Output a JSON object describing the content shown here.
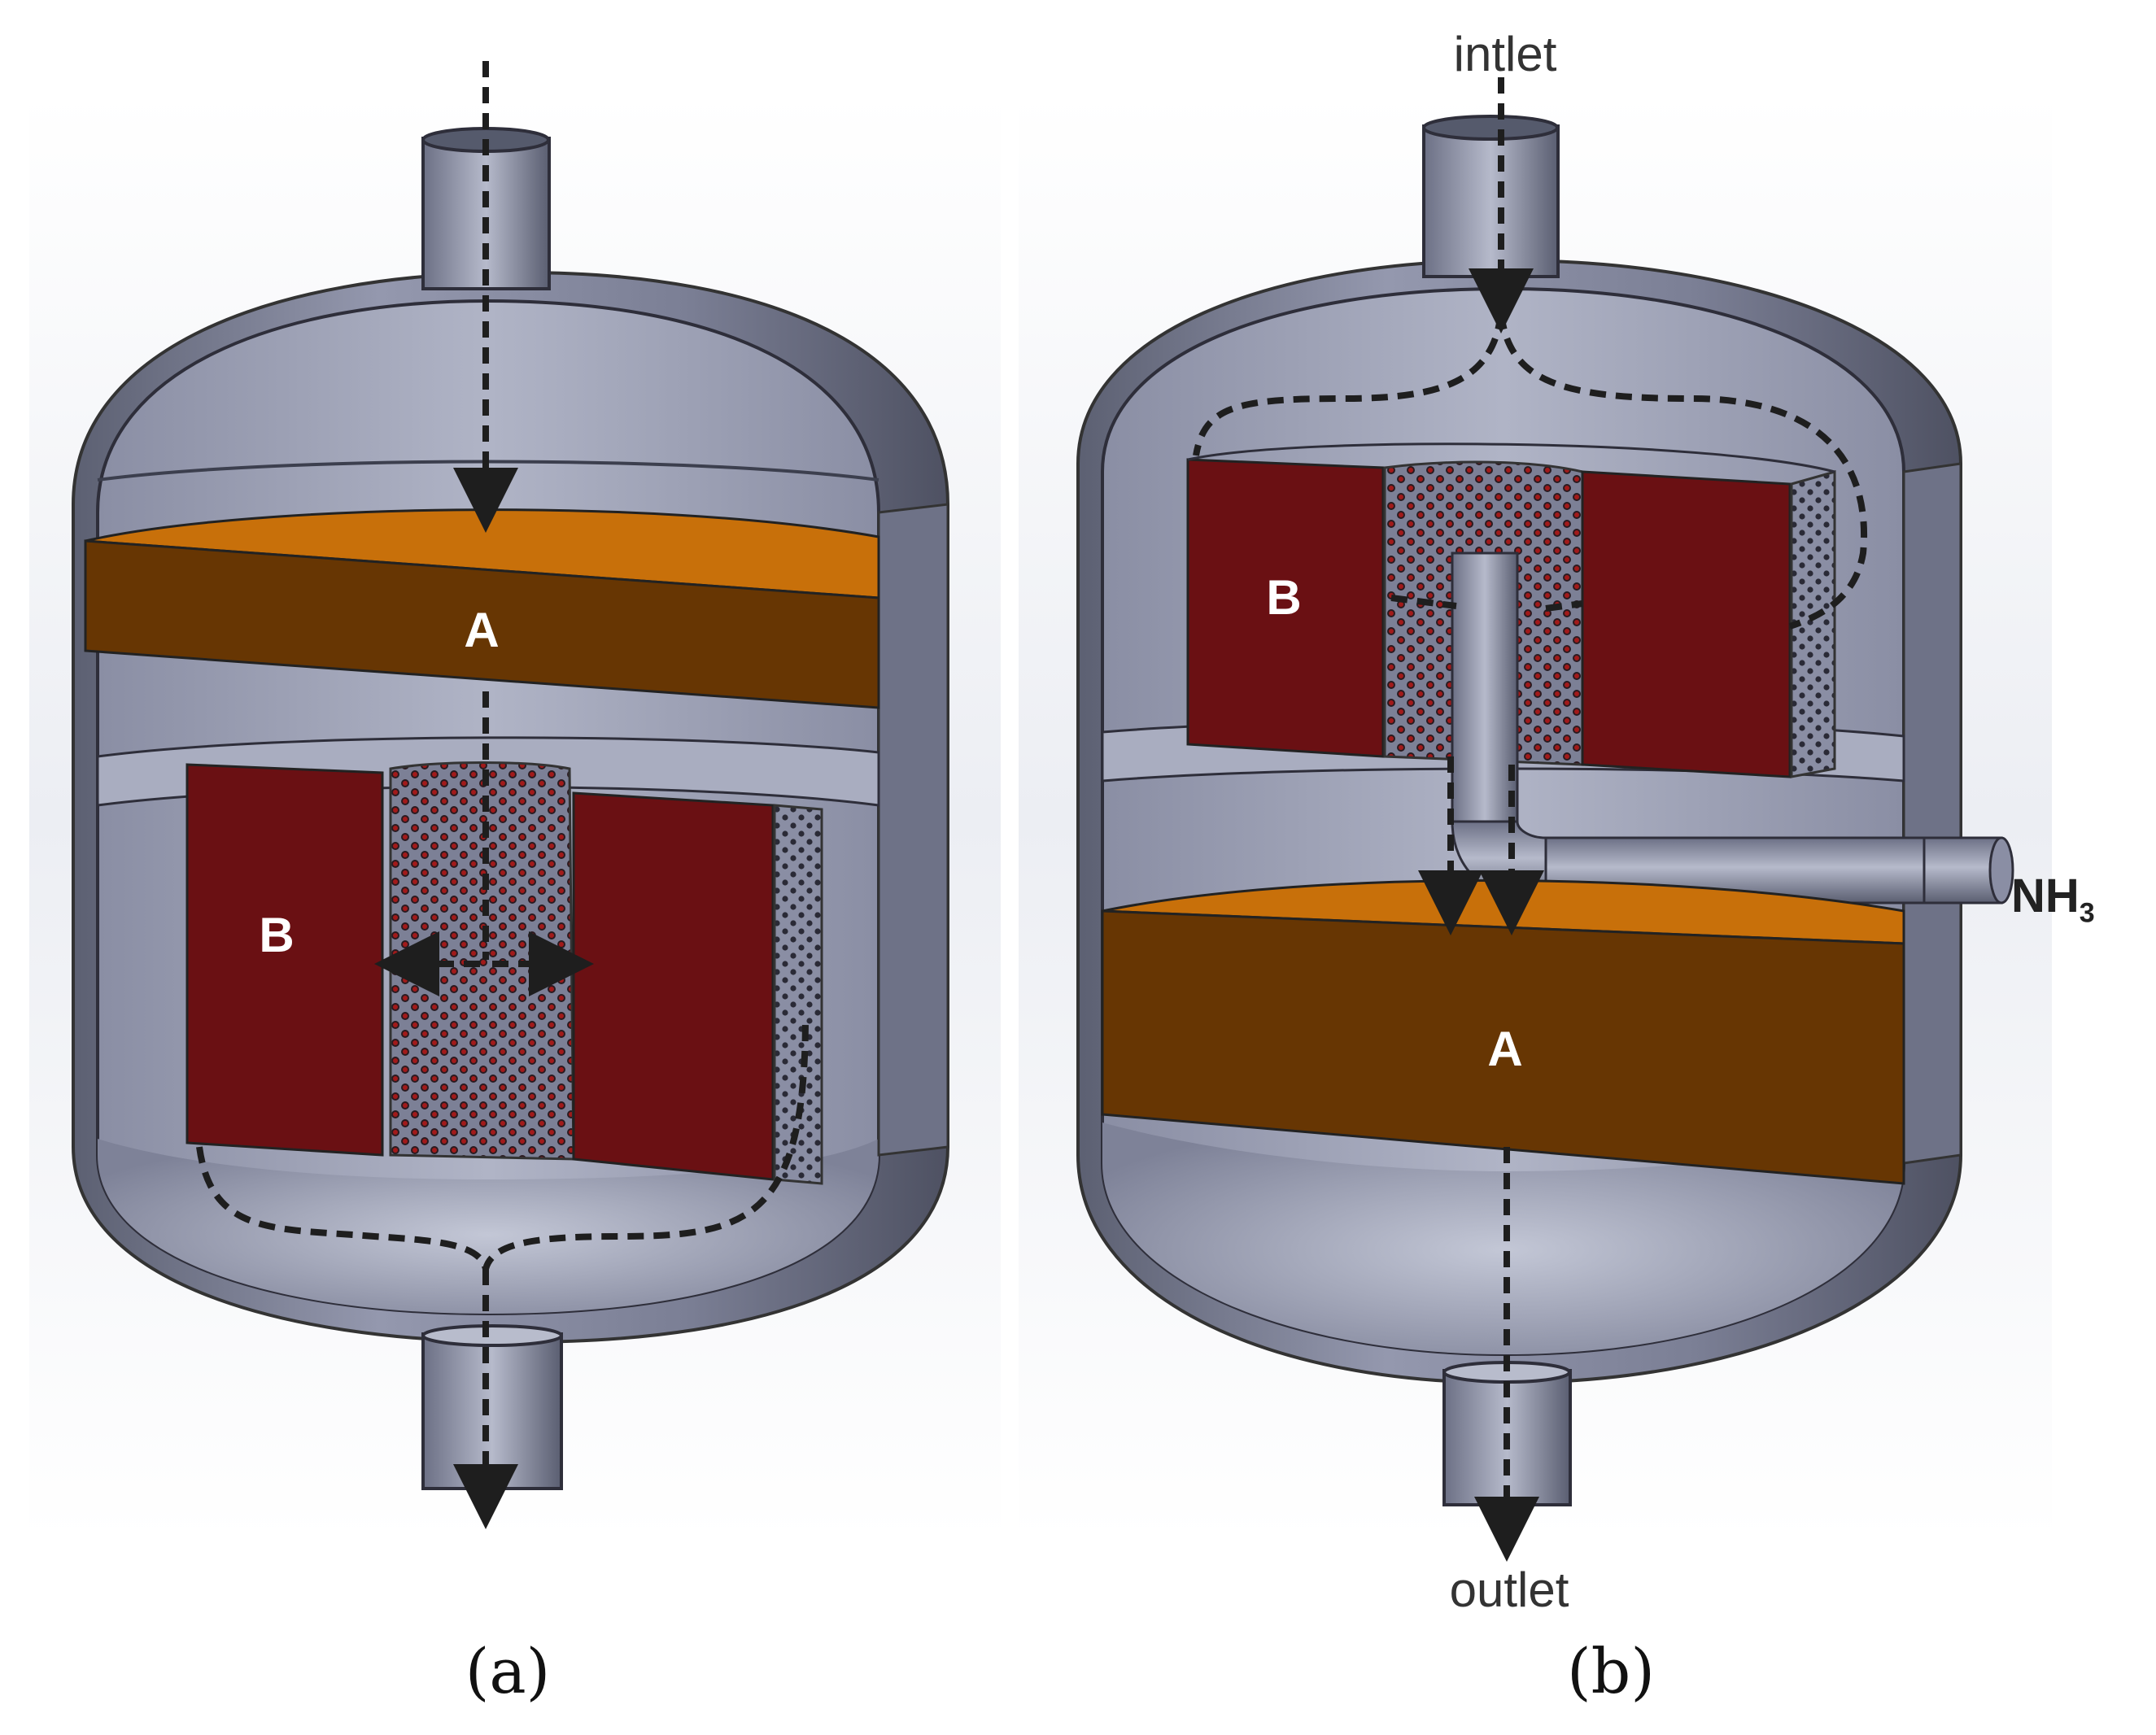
{
  "panels": [
    {
      "id": "a",
      "caption": "(a)",
      "layer_labels": {
        "top_layer": "A",
        "cylinder_block": "B"
      }
    },
    {
      "id": "b",
      "caption": "(b)",
      "layer_labels": {
        "top_layer": "A",
        "cylinder_block": "B"
      },
      "inlet_label": "intlet",
      "outlet_label": "outlet",
      "injection_label_main": "NH",
      "injection_label_subscript": "3"
    }
  ],
  "colors": {
    "vessel_steel": "#8c90a6",
    "vessel_dark": "#4a4d5e",
    "layer_A_top": "#c8700a",
    "layer_A_side": "#673603",
    "block_B": "#6a1013",
    "perforation_dot": "#a11a1a",
    "flow_arrow": "#1e1e1e"
  }
}
